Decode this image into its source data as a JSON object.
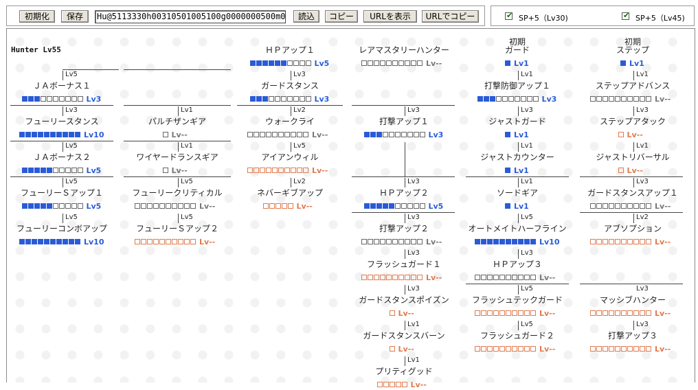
{
  "toolbar": {
    "reset": "初期化",
    "save": "保存",
    "code": "Hu@5113330h00310501005100g0000000500m0",
    "load": "読込",
    "copy": "コピー",
    "show_url": "URLを表示",
    "copy_url": "URLでコピー"
  },
  "options": {
    "sp30": {
      "label": "SP+5（Lv30)",
      "checked": true
    },
    "sp45": {
      "label": "SP+5（Lv45)",
      "checked": true
    }
  },
  "title": "Hunter Lv55",
  "colors": {
    "filled": "#2a5bd7",
    "empty": "#666666",
    "locked": "#e07a4e"
  },
  "skills": [
    {
      "id": "jab1",
      "name": "ＪＡボーナス１",
      "level": 3,
      "max": 10,
      "state": "blue",
      "lv_text": "Lv3",
      "req": "Lv5"
    },
    {
      "id": "fury",
      "name": "フューリースタンス",
      "level": 10,
      "max": 10,
      "state": "blue",
      "lv_text": "Lv10",
      "req": "Lv3"
    },
    {
      "id": "jab2",
      "name": "ＪＡボーナス２",
      "level": 5,
      "max": 10,
      "state": "blue",
      "lv_text": "Lv5",
      "req": "Lv5"
    },
    {
      "id": "furys1",
      "name": "フューリーＳアップ１",
      "level": 5,
      "max": 10,
      "state": "blue",
      "lv_text": "Lv5",
      "req": "Lv5"
    },
    {
      "id": "furycombo",
      "name": "フューリーコンボアップ",
      "level": 10,
      "max": 10,
      "state": "blue",
      "lv_text": "Lv10",
      "req": "Lv5"
    },
    {
      "id": "partisan",
      "name": "パルチザンギア",
      "level": 0,
      "max": 1,
      "state": "gray",
      "lv_text": "Lv--",
      "req": "Lv1"
    },
    {
      "id": "wired",
      "name": "ワイヤードランスギア",
      "level": 0,
      "max": 1,
      "state": "gray",
      "lv_text": "Lv--",
      "req": "Lv1"
    },
    {
      "id": "furycrit",
      "name": "フューリークリティカル",
      "level": 0,
      "max": 10,
      "state": "gray",
      "lv_text": "Lv--",
      "req": "Lv5"
    },
    {
      "id": "furys2",
      "name": "フューリーＳアップ２",
      "level": 0,
      "max": 10,
      "state": "orange",
      "lv_text": "Lv--",
      "req": "Lv5"
    },
    {
      "id": "hp1",
      "name": "ＨＰアップ１",
      "level": 6,
      "max": 10,
      "state": "blue",
      "lv_text": "Lv5",
      "req": ""
    },
    {
      "id": "gstance",
      "name": "ガードスタンス",
      "level": 3,
      "max": 10,
      "state": "blue",
      "lv_text": "Lv3",
      "req": "Lv3"
    },
    {
      "id": "warcry",
      "name": "ウォークライ",
      "level": 0,
      "max": 10,
      "state": "gray",
      "lv_text": "Lv--",
      "req": "Lv2"
    },
    {
      "id": "iron",
      "name": "アイアンウィル",
      "level": 0,
      "max": 10,
      "state": "orange",
      "lv_text": "Lv--",
      "req": "Lv5"
    },
    {
      "id": "never",
      "name": "ネバーギブアップ",
      "level": 0,
      "max": 5,
      "state": "orange",
      "lv_text": "Lv--",
      "req": "Lv2"
    },
    {
      "id": "raremastery",
      "name": "レアマスタリーハンター",
      "level": 0,
      "max": 10,
      "state": "gray",
      "lv_text": "Lv--",
      "req": ""
    },
    {
      "id": "atk1",
      "name": "打撃アップ１",
      "level": 3,
      "max": 10,
      "state": "blue",
      "lv_text": "Lv3",
      "req": "Lv3"
    },
    {
      "id": "hp2",
      "name": "ＨＰアップ２",
      "level": 5,
      "max": 10,
      "state": "blue",
      "lv_text": "Lv5",
      "req": "Lv3"
    },
    {
      "id": "atk2",
      "name": "打撃アップ２",
      "level": 0,
      "max": 10,
      "state": "gray",
      "lv_text": "Lv--",
      "req": "Lv3"
    },
    {
      "id": "flash1",
      "name": "フラッシュガード１",
      "level": 0,
      "max": 10,
      "state": "orange",
      "lv_text": "Lv--",
      "req": "Lv3"
    },
    {
      "id": "gspoison",
      "name": "ガードスタンスポイズン",
      "level": 0,
      "max": 1,
      "state": "orange",
      "lv_text": "Lv--",
      "req": "Lv3"
    },
    {
      "id": "gsburn",
      "name": "ガードスタンスバーン",
      "level": 0,
      "max": 1,
      "state": "orange",
      "lv_text": "Lv--",
      "req": "Lv1"
    },
    {
      "id": "pretty",
      "name": "プリティグッド",
      "level": 0,
      "max": 5,
      "state": "orange",
      "lv_text": "Lv--",
      "req": "Lv1"
    },
    {
      "id": "guard",
      "name": "ガード",
      "pre": "初期",
      "level": 1,
      "max": 1,
      "state": "blue",
      "lv_text": "Lv1",
      "req": ""
    },
    {
      "id": "atkdef1",
      "name": "打撃防御アップ１",
      "level": 3,
      "max": 10,
      "state": "blue",
      "lv_text": "Lv3",
      "req": "Lv1"
    },
    {
      "id": "justguard",
      "name": "ジャストガード",
      "level": 1,
      "max": 1,
      "state": "blue",
      "lv_text": "Lv1",
      "req": "Lv3"
    },
    {
      "id": "justcounter",
      "name": "ジャストカウンター",
      "level": 1,
      "max": 1,
      "state": "blue",
      "lv_text": "Lv1",
      "req": "Lv1"
    },
    {
      "id": "swordgear",
      "name": "ソードギア",
      "level": 1,
      "max": 1,
      "state": "blue",
      "lv_text": "Lv1",
      "req": "Lv1"
    },
    {
      "id": "autohalf",
      "name": "オートメイトハーフライン",
      "level": 10,
      "max": 10,
      "state": "blue",
      "lv_text": "Lv10",
      "req": "Lv5"
    },
    {
      "id": "hp3",
      "name": "ＨＰアップ３",
      "level": 0,
      "max": 10,
      "state": "gray",
      "lv_text": "Lv--",
      "req": "Lv3"
    },
    {
      "id": "flashtech",
      "name": "フラッシュテックガード",
      "level": 0,
      "max": 10,
      "state": "orange",
      "lv_text": "Lv--",
      "req": "Lv5"
    },
    {
      "id": "flash2",
      "name": "フラッシュガード２",
      "level": 0,
      "max": 10,
      "state": "orange",
      "lv_text": "Lv--",
      "req": "Lv5"
    },
    {
      "id": "step",
      "name": "ステップ",
      "pre": "初期",
      "level": 1,
      "max": 1,
      "state": "blue",
      "lv_text": "Lv1",
      "req": ""
    },
    {
      "id": "stepadv",
      "name": "ステップアドバンス",
      "level": 0,
      "max": 10,
      "state": "gray",
      "lv_text": "Lv--",
      "req": "Lv1"
    },
    {
      "id": "stepatk",
      "name": "ステップアタック",
      "level": 0,
      "max": 1,
      "state": "orange",
      "lv_text": "Lv--",
      "req": "Lv3"
    },
    {
      "id": "justrev",
      "name": "ジャストリバーサル",
      "level": 0,
      "max": 1,
      "state": "orange",
      "lv_text": "Lv--",
      "req": "Lv1"
    },
    {
      "id": "gsup1",
      "name": "ガードスタンスアップ１",
      "level": 0,
      "max": 10,
      "state": "gray",
      "lv_text": "Lv--",
      "req": "Lv3"
    },
    {
      "id": "absorb",
      "name": "アブソプション",
      "level": 0,
      "max": 10,
      "state": "orange",
      "lv_text": "Lv--",
      "req": "Lv2"
    },
    {
      "id": "massive",
      "name": "マッシブハンター",
      "level": 0,
      "max": 10,
      "state": "orange",
      "lv_text": "Lv--",
      "req": "Lv3"
    },
    {
      "id": "atk3",
      "name": "打撃アップ３",
      "level": 0,
      "max": 10,
      "state": "orange",
      "lv_text": "Lv--",
      "req": "Lv3"
    }
  ]
}
